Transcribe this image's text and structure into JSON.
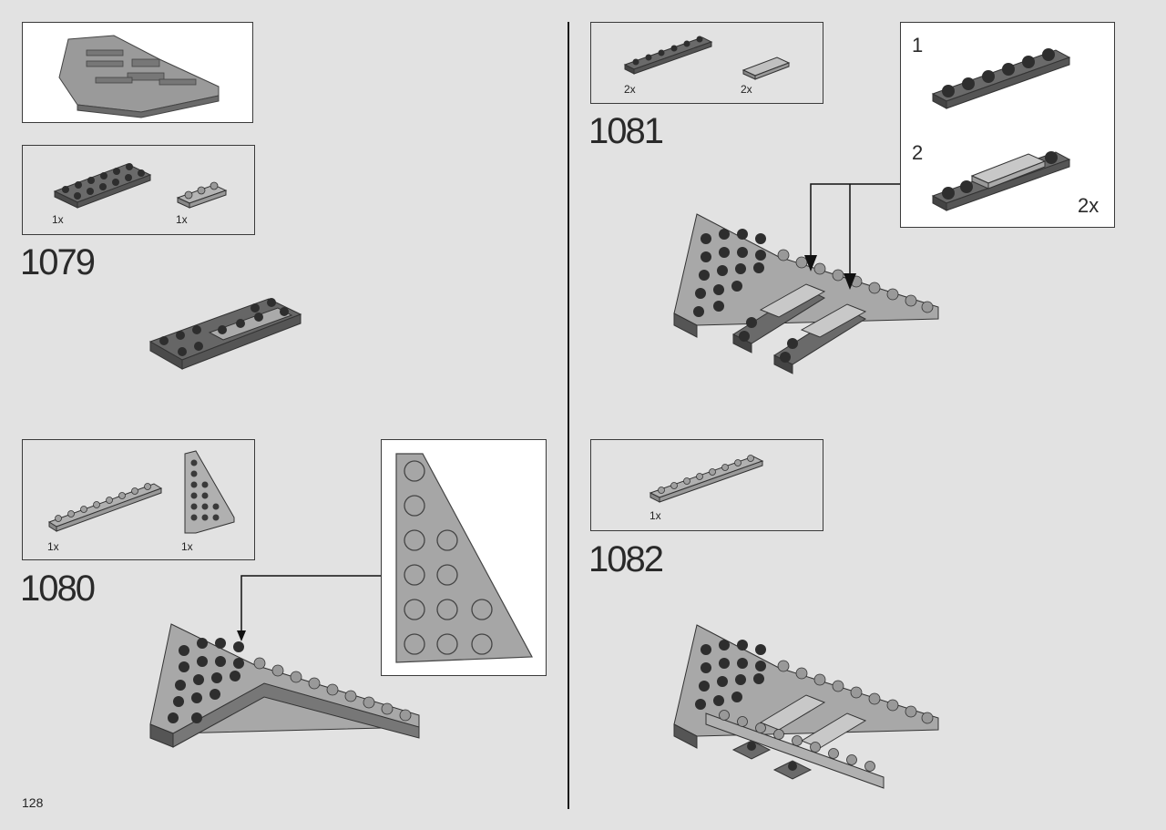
{
  "page": {
    "number": "128"
  },
  "steps": [
    {
      "number": "1079",
      "parts": [
        {
          "qty": "1x",
          "part": "plate-2x6-dark"
        },
        {
          "qty": "1x",
          "part": "plate-1x3-light"
        }
      ]
    },
    {
      "number": "1080",
      "parts": [
        {
          "qty": "1x",
          "part": "plate-1x8-light"
        },
        {
          "qty": "1x",
          "part": "wedge-plate-light"
        }
      ]
    },
    {
      "number": "1081",
      "parts": [
        {
          "qty": "2x",
          "part": "plate-1x6-dark"
        },
        {
          "qty": "2x",
          "part": "tile-1x2-light"
        }
      ]
    },
    {
      "number": "1082",
      "parts": [
        {
          "qty": "1x",
          "part": "plate-1x8-light"
        }
      ]
    }
  ],
  "subassembly": {
    "steps": [
      {
        "number": "1"
      },
      {
        "number": "2"
      }
    ],
    "multiplier": "2x"
  },
  "colors": {
    "dark": "#5a5a5a",
    "light": "#a9a9a9",
    "stud": "#2e2e2e",
    "background": "#e2e2e2"
  }
}
